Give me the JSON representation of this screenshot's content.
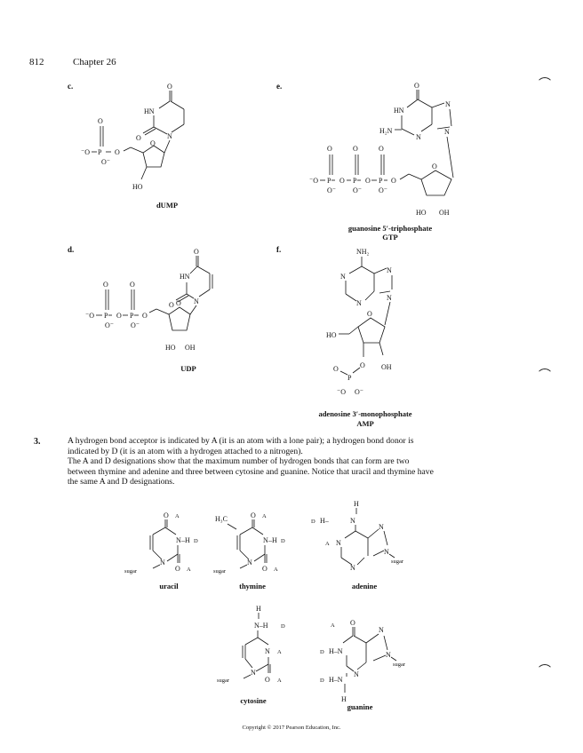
{
  "header": {
    "page_number": "812",
    "chapter": "Chapter 26"
  },
  "molecules": {
    "c": {
      "letter": "c.",
      "caption": "dUMP"
    },
    "e": {
      "letter": "e.",
      "caption": "guanosine 5′-triphosphate",
      "caption2": "GTP"
    },
    "d": {
      "letter": "d.",
      "caption": "UDP"
    },
    "f": {
      "letter": "f.",
      "caption": "adenosine 3′-monophosphate",
      "caption2": "AMP"
    }
  },
  "problem": {
    "number": "3.",
    "line1": "A hydrogen bond acceptor is indicated by A (it is an atom with a lone pair); a hydrogen bond donor is",
    "line2": "indicated by D (it is an atom with a hydrogen attached to a nitrogen).",
    "line3": "The A and D designations show that the maximum number of hydrogen bonds that can form are two",
    "line4": "between thymine and adenine and three between cytosine and guanine. Notice that uracil and thymine have",
    "line5": "the same A and D designations."
  },
  "bases": {
    "uracil": "uracil",
    "thymine": "thymine",
    "adenine": "adenine",
    "cytosine": "cytosine",
    "guanine": "guanine"
  },
  "footer": {
    "copyright": "Copyright © 2017 Pearson Education, Inc."
  }
}
